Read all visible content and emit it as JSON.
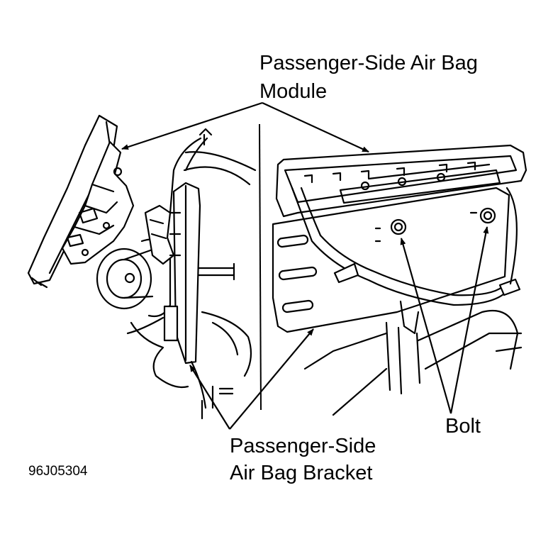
{
  "labels": {
    "module_line1": "Passenger-Side Air Bag",
    "module_line2": "Module",
    "bracket_line1": "Passenger-Side",
    "bracket_line2": "Air Bag Bracket",
    "bolt": "Bolt",
    "figure_code": "96J05304"
  },
  "colors": {
    "ink": "#000000",
    "paper": "#ffffff"
  }
}
